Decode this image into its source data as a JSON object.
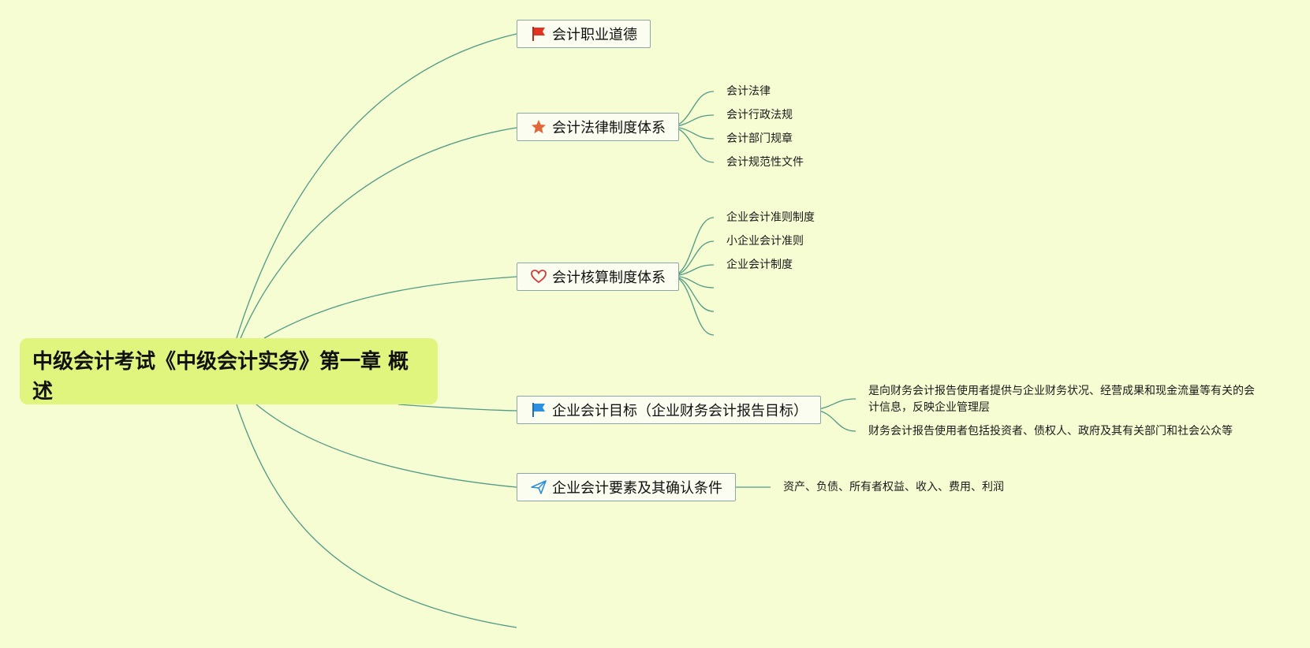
{
  "root": {
    "title": "中级会计考试《中级会计实务》第一章 概述"
  },
  "topics": [
    {
      "label": "会计职业道德",
      "icon": "red-flag-icon",
      "leaves": []
    },
    {
      "label": "会计法律制度体系",
      "icon": "orange-star-icon",
      "leaves": [
        "会计法律",
        "会计行政法规",
        "会计部门规章",
        "会计规范性文件"
      ]
    },
    {
      "label": "会计核算制度体系",
      "icon": "red-heart-icon",
      "leaves": [
        "企业会计准则制度",
        "小企业会计准则",
        "企业会计制度",
        "",
        "",
        ""
      ]
    },
    {
      "label": "企业会计目标（企业财务会计报告目标）",
      "icon": "blue-flag-icon",
      "leaves": [
        "是向财务会计报告使用者提供与企业财务状况、经营成果和现金流量等有关的会计信息，反映企业管理层",
        "财务会计报告使用者包括投资者、债权人、政府及其有关部门和社会公众等"
      ]
    },
    {
      "label": "企业会计要素及其确认条件",
      "icon": "paper-plane-icon",
      "leaves": [
        "资产、负债、所有者权益、收入、费用、利润"
      ]
    },
    {
      "label": "",
      "icon": "",
      "leaves": []
    }
  ],
  "colors": {
    "background": "#f7fdd3",
    "root_fill": "#dff57e",
    "connector": "#4f9a85",
    "topic_border": "#8aa6a6"
  }
}
